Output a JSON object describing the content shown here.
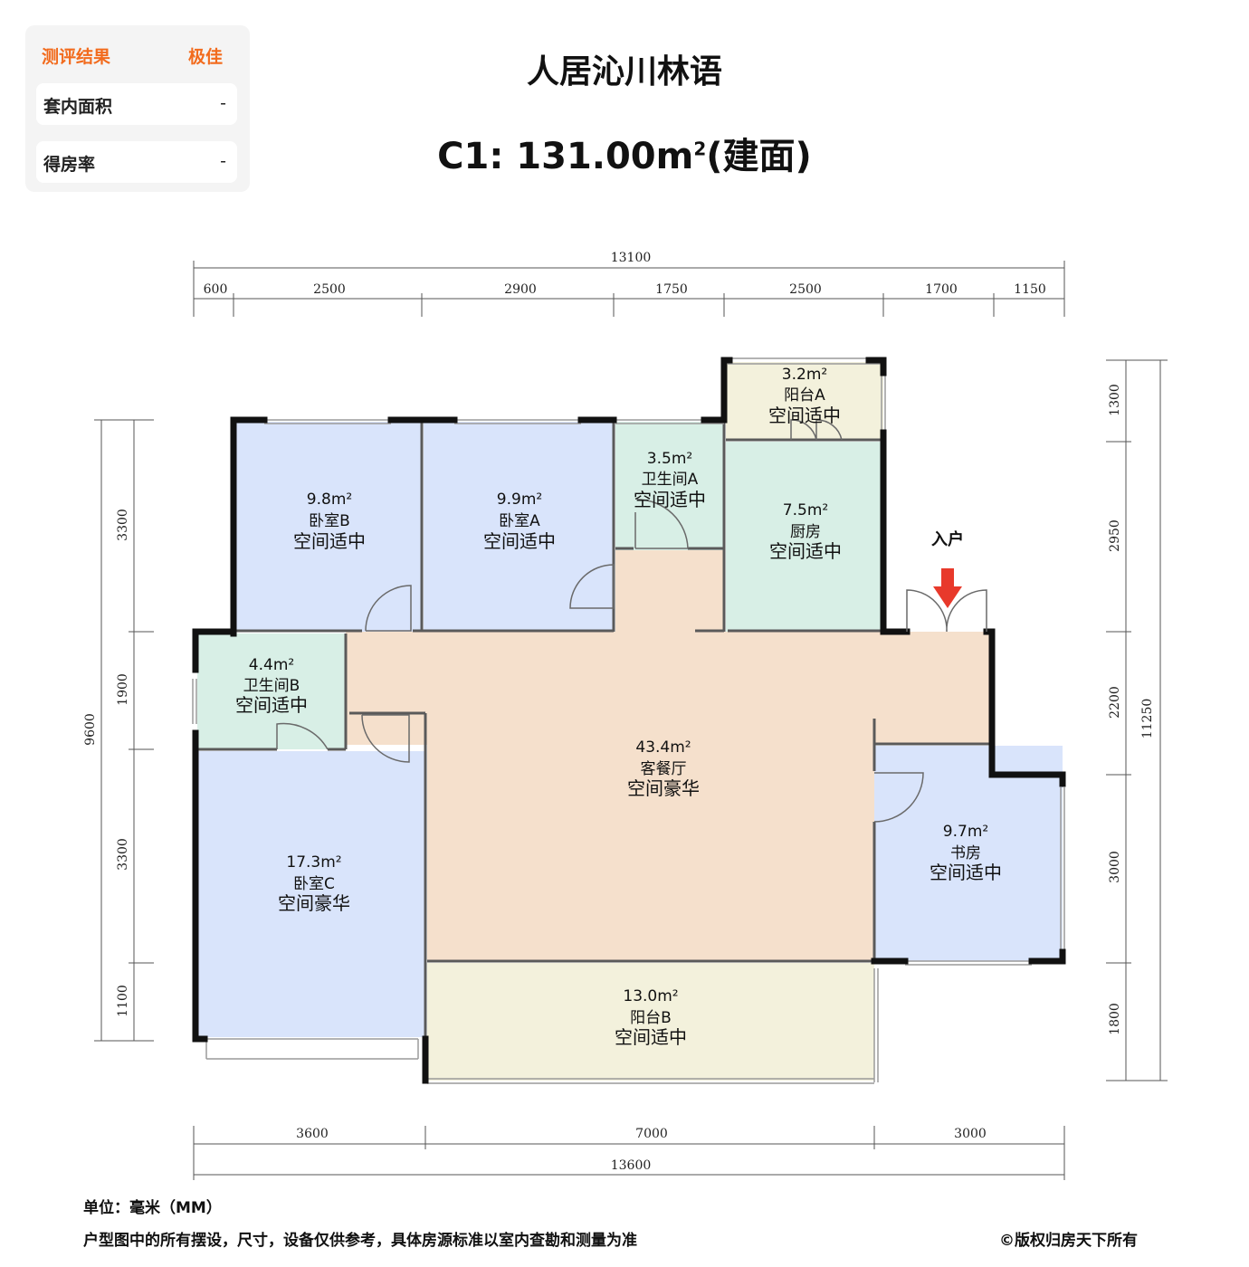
{
  "eval_card": {
    "header_label": "测评结果",
    "header_value": "极佳",
    "rows": [
      {
        "label": "套内面积",
        "value": "-"
      },
      {
        "label": "得房率",
        "value": "-"
      }
    ]
  },
  "title": "人居沁川林语",
  "subtitle_main": "C1: 131.00m",
  "subtitle_sup": "2",
  "subtitle_tail": "(建面)",
  "entrance": "入户",
  "rooms": [
    {
      "area": "3.2m²",
      "name": "阳台A",
      "rating": "空间适中"
    },
    {
      "area": "3.5m²",
      "name": "卫生间A",
      "rating": "空间适中"
    },
    {
      "area": "9.8m²",
      "name": "卧室B",
      "rating": "空间适中"
    },
    {
      "area": "9.9m²",
      "name": "卧室A",
      "rating": "空间适中"
    },
    {
      "area": "7.5m²",
      "name": "厨房",
      "rating": "空间适中"
    },
    {
      "area": "4.4m²",
      "name": "卫生间B",
      "rating": "空间适中"
    },
    {
      "area": "43.4m²",
      "name": "客餐厅",
      "rating": "空间豪华"
    },
    {
      "area": "9.7m²",
      "name": "书房",
      "rating": "空间适中"
    },
    {
      "area": "17.3m²",
      "name": "卧室C",
      "rating": "空间豪华"
    },
    {
      "area": "13.0m²",
      "name": "阳台B",
      "rating": "空间适中"
    }
  ],
  "dimensions": {
    "top_total": "13100",
    "top": [
      "600",
      "2500",
      "2900",
      "1750",
      "2500",
      "1700",
      "1150"
    ],
    "bottom": [
      "3600",
      "7000",
      "3000"
    ],
    "bottom_total": "13600",
    "left": [
      "3300",
      "1900",
      "3300",
      "1100"
    ],
    "left_total": "9600",
    "right": [
      "1300",
      "2950",
      "2200",
      "3000",
      "1800"
    ],
    "right_total": "11250"
  },
  "footer": {
    "unit": "单位：毫米（MM）",
    "disclaimer": "户型图中的所有摆设，尺寸，设备仅供参考，具体房源标准以室内查勘和测量为准",
    "copyright": "©版权归房天下所有"
  },
  "colors": {
    "bedroom": "#d9e4fb",
    "wet_area": "#d8efe6",
    "living": "#f5e0cc",
    "balcony": "#f3f1dc",
    "wall": "#111111",
    "accent": "#f26b1d",
    "arrow": "#e8392b"
  }
}
